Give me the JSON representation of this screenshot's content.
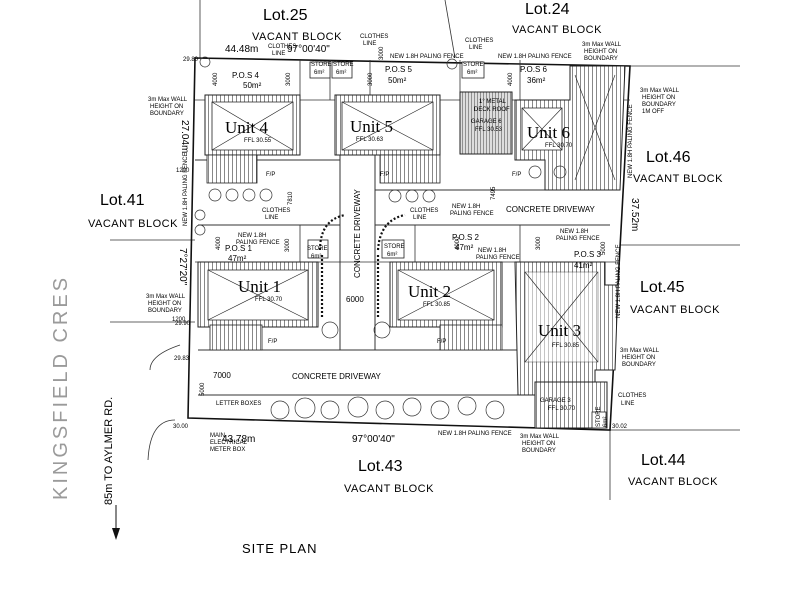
{
  "diagram": {
    "title": "SITE PLAN",
    "street": "KINGSFIELD CRES",
    "road_note": "85m TO AYLMER RD.",
    "lots": [
      {
        "name": "Lot.25",
        "status": "VACANT BLOCK"
      },
      {
        "name": "Lot.24",
        "status": "VACANT BLOCK"
      },
      {
        "name": "Lot.46",
        "status": "VACANT BLOCK"
      },
      {
        "name": "Lot.41",
        "status": "VACANT BLOCK"
      },
      {
        "name": "Lot.45",
        "status": "VACANT BLOCK"
      },
      {
        "name": "Lot.43",
        "status": "VACANT BLOCK"
      },
      {
        "name": "Lot.44",
        "status": "VACANT BLOCK"
      }
    ],
    "units": [
      {
        "name": "Unit 4",
        "ffl": "FFL 30.55",
        "pos": "P.O.S 4",
        "area": "50m²"
      },
      {
        "name": "Unit 5",
        "ffl": "FFL 30.63",
        "pos": "P.O.S 5",
        "area": "50m²"
      },
      {
        "name": "Unit 6",
        "ffl": "FFL 30.70",
        "pos": "P.O.S 6",
        "area": "36m²"
      },
      {
        "name": "Unit 1",
        "ffl": "FFL 30.70",
        "pos": "P.O.S 1",
        "area": "47m²"
      },
      {
        "name": "Unit 2",
        "ffl": "FFL 30.85",
        "pos": "P.O.S 2",
        "area": "47m²"
      },
      {
        "name": "Unit 3",
        "ffl": "FFL 30.85",
        "pos": "P.O.S 3",
        "area": "41m²"
      }
    ],
    "garage6": {
      "line1": "1° METAL",
      "line2": "DECK ROOF",
      "name": "GARAGE 6",
      "ffl": "FFL 30.53"
    },
    "garage3": {
      "name": "GARAGE 3",
      "ffl": "FFL 30.70"
    },
    "dimensions": {
      "top_length": "44.48m",
      "top_bearing": "97°00'40\"",
      "bottom_length": "43.78m",
      "bottom_bearing": "97°00'40\"",
      "left_length": "27.04m",
      "left_bearing": "7°27'20\"",
      "right_length": "37.52m",
      "d4000a": "4000",
      "d3000a": "3000",
      "d3000b": "3000",
      "d4000b": "4000",
      "d1200a": "1200",
      "d1200b": "1200",
      "d7810": "7810",
      "d7495": "7495",
      "d3000c": "3000",
      "d4000c": "4000",
      "d3000d": "3000",
      "d5000a": "5000",
      "d6000": "6000",
      "d7000": "7000",
      "d5000b": "5000",
      "d4000d": "4000",
      "d3000e": "3000"
    },
    "labels": {
      "concrete_driveway": "CONCRETE DRIVEWAY",
      "clothes": "CLOTHES",
      "line": "LINE",
      "clothes_line": "CLOTHES LINE",
      "store": "STORE",
      "store_area6": "6m²",
      "new_paling": "NEW 1.8H PALING FENCE",
      "new_paling_short": "NEW 1.8H",
      "paling_fence": "PALING FENCE",
      "wall_max": "3m Max WALL",
      "height_on": "HEIGHT ON",
      "boundary": "BOUNDARY",
      "off_boundary": "1M OFF",
      "letter_boxes": "LETTER BOXES",
      "main": "MAIN",
      "electrical": "ELECTRICAL",
      "meter_box": "METER BOX",
      "fp": "F/P",
      "store3": "STORE",
      "store3_area": "6m²",
      "pt1": "29.80",
      "pt2": "30.00",
      "pt3": "29.83",
      "pt4": "30.02",
      "pt5": "29.90"
    }
  }
}
